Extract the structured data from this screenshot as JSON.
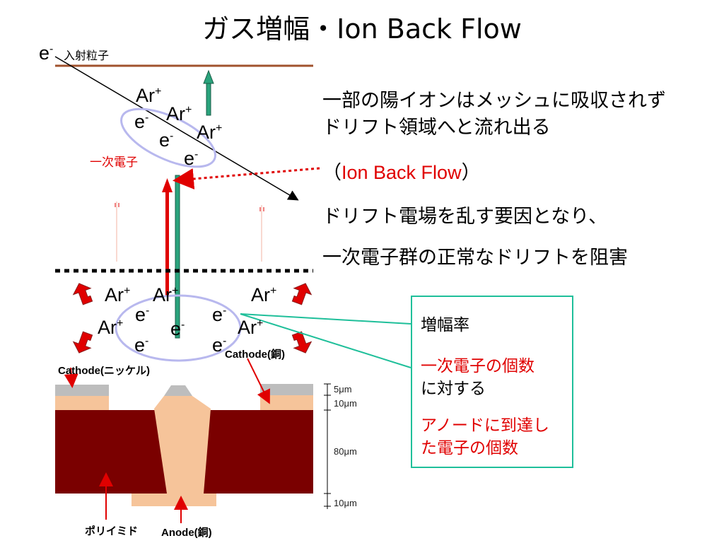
{
  "title": "ガス増幅・Ion Back Flow",
  "incoming": {
    "e": "e",
    "minus": "-",
    "label": "入射粒子"
  },
  "upper_cluster": {
    "ions": [
      "Ar",
      "Ar",
      "Ar"
    ],
    "electrons": [
      "e",
      "e",
      "e"
    ],
    "plus": "+",
    "minus": "-",
    "primary_label": "一次電子"
  },
  "lower_cluster": {
    "ions": [
      "Ar",
      "Ar",
      "Ar",
      "Ar",
      "Ar"
    ],
    "electrons": [
      "e",
      "e",
      "e",
      "e",
      "e"
    ],
    "plus": "+",
    "minus": "-"
  },
  "explanation": {
    "line1": "一部の陽イオンはメッシュに吸収されず",
    "line2": "ドリフト領域へと流れ出る",
    "paren_open": "（",
    "ibf": "Ion Back Flow",
    "paren_close": "）",
    "line4": "ドリフト電場を乱す要因となり、",
    "line5": "一次電子群の正常なドリフトを阻害"
  },
  "gain_box": {
    "heading": "増幅率",
    "num": "一次電子の個数",
    "per": "に対する",
    "den1": "アノードに到達し",
    "den2": "た電子の個数"
  },
  "structure": {
    "cathode_nickel": "Cathode(ニッケル)",
    "cathode_copper": "Cathode(銅)",
    "polyimide": "ポリイミド",
    "anode": "Anode(銅)",
    "dims": [
      "5μm",
      "10μm",
      "80μm",
      "10μm"
    ]
  },
  "colors": {
    "accent_red": "#e00000",
    "ion_arrow": "#2aa37c",
    "polyimide": "#7a0000",
    "copper": "#f6c49a"
  }
}
